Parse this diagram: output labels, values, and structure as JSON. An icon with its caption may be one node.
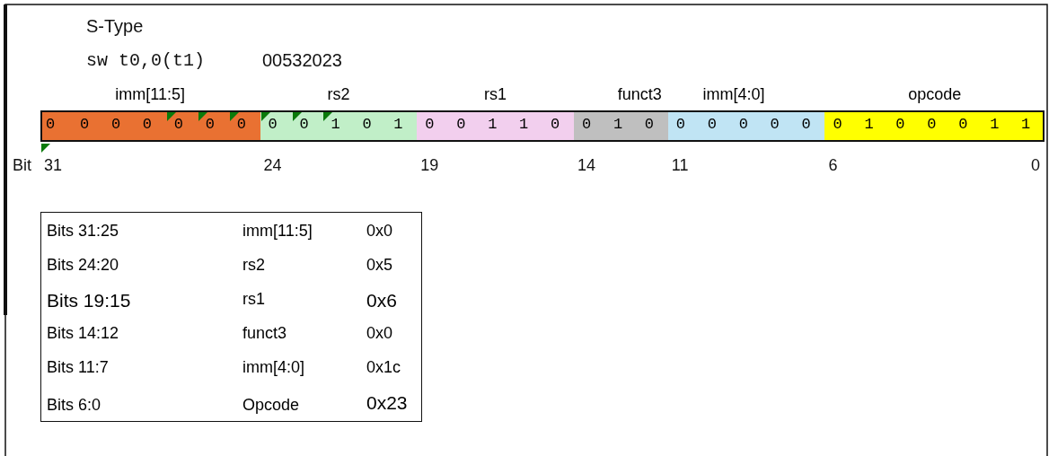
{
  "diagram": {
    "title": "S-Type",
    "nodes": [
      {
        "text": [
          "imm[11:5]",
          "0",
          "0",
          "0",
          "0",
          "0",
          "0",
          "0"
        ]
      },
      {
        "text": [
          "rs2",
          "0",
          "0",
          "1",
          "0",
          "1"
        ]
      },
      {
        "text": [
          "rs1",
          "0",
          "0",
          "1",
          "1",
          "0"
        ]
      },
      {
        "text": [
          "funct3",
          "0",
          "1",
          "0"
        ]
      },
      {
        "text": [
          "imm[4:0]",
          "0",
          "0",
          "0",
          "0",
          "0"
        ]
      },
      {
        "text": [
          "opcode",
          "0",
          "1",
          "0",
          "0",
          "0",
          "1",
          "1"
        ]
      }
    ],
    "edges": [],
    "labels": [
      "sw t0,0(t1)",
      "00532023",
      "Bit",
      "31",
      "24",
      "19",
      "14",
      "11",
      "6",
      "0",
      "Bits 31:25",
      "imm[11:5]",
      "0x0",
      "Bits 24:20",
      "rs2",
      "0x5",
      "Bits 19:15",
      "rs1",
      "0x6",
      "Bits 14:12",
      "funct3",
      "0x0",
      "Bits 11:7",
      "imm[4:0]",
      "0x1c",
      "Bits 6:0",
      "Opcode",
      "0x23"
    ]
  }
}
